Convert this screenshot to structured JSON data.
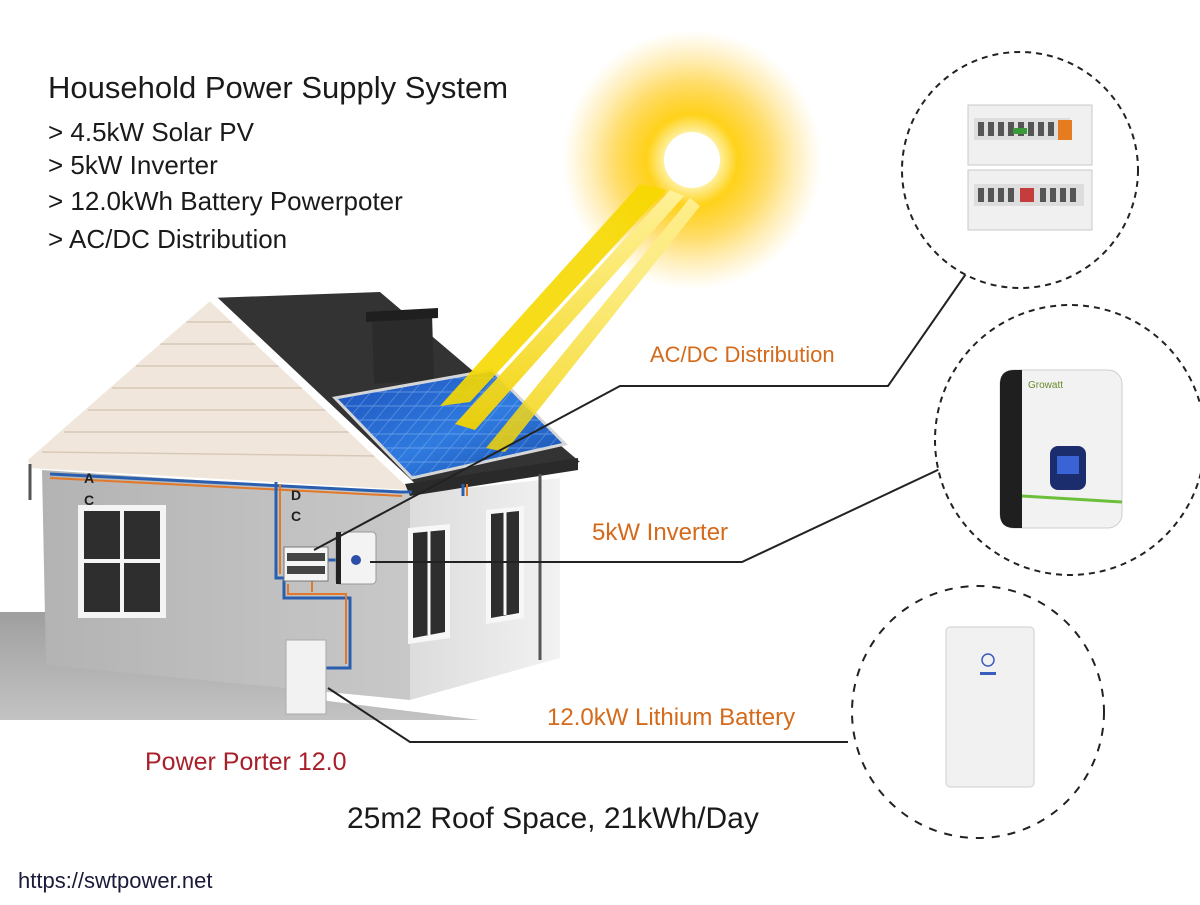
{
  "title": "Household Power Supply System",
  "specs": [
    "> 4.5kW Solar PV",
    "> 5kW Inverter",
    "> 12.0kWh Battery Powerpoter",
    "> AC/DC Distribution"
  ],
  "callouts": {
    "distribution": "AC/DC Distribution",
    "inverter": "5kW Inverter",
    "battery": "12.0kW Lithium Battery"
  },
  "wall_labels": {
    "ac_a": "A",
    "ac_c": "C",
    "dc_d": "D",
    "dc_c": "C"
  },
  "product_label": "Power Porter 12.0",
  "footer_text": "25m2 Roof Space, 21kWh/Day",
  "website": "https://swtpower.net",
  "inverter_brand": "Growatt",
  "colors": {
    "callout": "#d46a1a",
    "product_label": "#a8202a",
    "sun": "#ffc400",
    "wiring_ac": "#2a5fb0",
    "wiring_dc": "#e2782a",
    "panel": "#1e5fc8"
  },
  "icons": [
    "sun-icon",
    "solar-panel-icon",
    "distribution-box-icon",
    "inverter-icon",
    "battery-icon"
  ]
}
